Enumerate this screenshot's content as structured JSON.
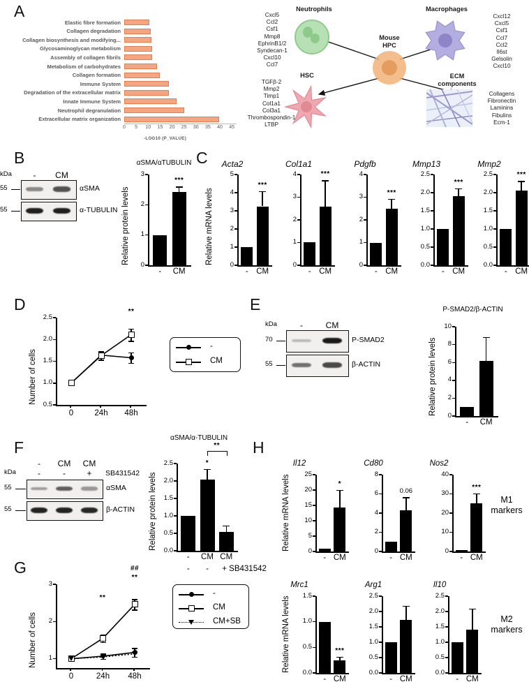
{
  "panels": {
    "A": {
      "letter": "A"
    },
    "B": {
      "letter": "B"
    },
    "C": {
      "letter": "C"
    },
    "D": {
      "letter": "D"
    },
    "E": {
      "letter": "E"
    },
    "F": {
      "letter": "F"
    },
    "G": {
      "letter": "G"
    },
    "H": {
      "letter": "H"
    }
  },
  "chart_data": [
    {
      "id": "panelA_pathways",
      "type": "bar",
      "orientation": "horizontal",
      "title": "",
      "xlabel": "-LOG10 (P_VALUE)",
      "ylabel": "",
      "xlim": [
        0,
        47
      ],
      "xticks": [
        0,
        5,
        10,
        15,
        20,
        25,
        30,
        35,
        40,
        45
      ],
      "grid": false,
      "bar_color": "#F4A582",
      "categories": [
        "Elastic fibre formation",
        "Collagen degradation",
        "Collagen biosynthesis and modifying...",
        "Glycosaminoglycan metabolism",
        "Assembly of collagen fibrils",
        "Metabolism of carbohydrates",
        "Collagen formation",
        "Immune System",
        "Degradation of the extracellular matrix",
        "Innate Immune System",
        "Neutrophil degranulation",
        "Extracellular matrix organization"
      ],
      "values": [
        10.4,
        11.0,
        11.3,
        11.6,
        11.7,
        13.6,
        15.0,
        18.6,
        18.8,
        22.0,
        25.0,
        39.8
      ]
    },
    {
      "id": "B_aSMA_aTUBULIN",
      "type": "bar",
      "title": "αSMA/αTUBULIN",
      "ylabel": "Relative protein levels",
      "ylim": [
        0,
        3
      ],
      "yticks": [
        0,
        1,
        2,
        3
      ],
      "categories": [
        "-",
        "CM"
      ],
      "values": [
        1.0,
        2.43
      ],
      "errors": [
        0,
        0.17
      ],
      "annotations": [
        "",
        "***"
      ]
    },
    {
      "id": "C_Acta2",
      "type": "bar",
      "title": "Acta2",
      "ylabel": "Relative mRNA levels",
      "ylim": [
        0,
        5
      ],
      "yticks": [
        0,
        1,
        2,
        3,
        4,
        5
      ],
      "categories": [
        "-",
        "CM"
      ],
      "values": [
        1.0,
        3.25
      ],
      "errors": [
        0,
        0.83
      ],
      "annotations": [
        "",
        "***"
      ]
    },
    {
      "id": "C_Col1a1",
      "type": "bar",
      "title": "Col1a1",
      "ylabel": "",
      "ylim": [
        0,
        4
      ],
      "yticks": [
        0,
        1,
        2,
        3,
        4
      ],
      "categories": [
        "-",
        "CM"
      ],
      "values": [
        1.02,
        2.6
      ],
      "errors": [
        0,
        1.15
      ],
      "annotations": [
        "",
        "***"
      ]
    },
    {
      "id": "C_Pdgfb",
      "type": "bar",
      "title": "Pdgfb",
      "ylabel": "",
      "ylim": [
        0,
        4
      ],
      "yticks": [
        0,
        1,
        2,
        3,
        4
      ],
      "categories": [
        "-",
        "CM"
      ],
      "values": [
        1.0,
        2.5
      ],
      "errors": [
        0,
        0.43
      ],
      "annotations": [
        "",
        "***"
      ]
    },
    {
      "id": "C_Mmp13",
      "type": "bar",
      "title": "Mmp13",
      "ylabel": "",
      "ylim": [
        0,
        2.5
      ],
      "yticks": [
        0.0,
        0.5,
        1.0,
        1.5,
        2.0,
        2.5
      ],
      "categories": [
        "-",
        "CM"
      ],
      "values": [
        1.0,
        1.91
      ],
      "errors": [
        0,
        0.21
      ],
      "annotations": [
        "",
        "***"
      ]
    },
    {
      "id": "C_Mmp2",
      "type": "bar",
      "title": "Mmp2",
      "ylabel": "",
      "ylim": [
        0,
        2.5
      ],
      "yticks": [
        0.0,
        0.5,
        1.0,
        1.5,
        2.0,
        2.5
      ],
      "categories": [
        "-",
        "CM"
      ],
      "values": [
        1.0,
        2.06
      ],
      "errors": [
        0,
        0.26
      ],
      "annotations": [
        "",
        "***"
      ]
    },
    {
      "id": "D_growth",
      "type": "line",
      "title": "",
      "ylabel": "Number of cells",
      "xlabel": "",
      "x": [
        "0",
        "24h",
        "48h"
      ],
      "ylim": [
        0.5,
        2.5
      ],
      "yticks": [
        0.5,
        1.0,
        1.5,
        2.0,
        2.5
      ],
      "series": [
        {
          "name": "-",
          "values": [
            1.0,
            1.64,
            1.58
          ],
          "errors": [
            0,
            0.1,
            0.12
          ],
          "marker": "filled-circle"
        },
        {
          "name": "CM",
          "values": [
            1.0,
            1.63,
            2.11
          ],
          "errors": [
            0,
            0.1,
            0.14
          ],
          "marker": "open-square"
        }
      ],
      "annotations": [
        {
          "x": "48h",
          "text": "**"
        }
      ],
      "legend_position": "right"
    },
    {
      "id": "E_PSMAD2_bACTIN",
      "type": "bar",
      "title": "P-SMAD2/β-ACTIN",
      "ylabel": "Relative protein levels",
      "ylim": [
        0,
        10
      ],
      "yticks": [
        0,
        2,
        4,
        6,
        8,
        10
      ],
      "categories": [
        "-",
        "CM"
      ],
      "values": [
        1.0,
        6.15
      ],
      "errors": [
        0,
        2.7
      ],
      "annotations": [
        "",
        ""
      ]
    },
    {
      "id": "F_aSMA_aTUBULIN",
      "type": "bar",
      "title": "αSMA/α-TUBULIN",
      "ylabel": "Relative protein levels",
      "ylim": [
        0,
        2.5
      ],
      "yticks": [
        0.0,
        0.5,
        1.0,
        1.5,
        2.0,
        2.5
      ],
      "categories": [
        "-",
        "CM",
        "CM"
      ],
      "sublabels": [
        "-",
        "-",
        "+ SB431542"
      ],
      "values": [
        1.0,
        2.04,
        0.55
      ],
      "errors": [
        0,
        0.3,
        0.18
      ],
      "annotations": [
        "",
        "*",
        ""
      ],
      "bracket": {
        "from": 1,
        "to": 2,
        "text": "**"
      }
    },
    {
      "id": "G_growth",
      "type": "line",
      "title": "",
      "ylabel": "Number of cells",
      "x": [
        "0",
        "24h",
        "48h"
      ],
      "ylim": [
        0.75,
        3.0
      ],
      "yticks": [
        1,
        2,
        3
      ],
      "series": [
        {
          "name": "-",
          "values": [
            1.0,
            1.07,
            1.17
          ],
          "errors": [
            0,
            0.07,
            0.12
          ],
          "marker": "filled-circle"
        },
        {
          "name": "CM",
          "values": [
            1.0,
            1.55,
            2.46
          ],
          "errors": [
            0,
            0.1,
            0.14
          ],
          "marker": "open-square"
        },
        {
          "name": "CM+SB",
          "values": [
            1.0,
            1.05,
            1.13
          ],
          "errors": [
            0,
            0,
            0
          ],
          "marker": "filled-triangle"
        }
      ],
      "annotations": [
        {
          "x": "24h",
          "text": "**"
        },
        {
          "x": "48h",
          "text": "##"
        },
        {
          "x": "48h",
          "text": "**"
        }
      ],
      "legend_position": "right"
    },
    {
      "id": "H_Il12",
      "type": "bar",
      "title": "Il12",
      "ylabel": "Relative mRNA levels",
      "ylim": [
        0,
        25
      ],
      "yticks": [
        0,
        5,
        10,
        15,
        20,
        25
      ],
      "categories": [
        "-",
        "CM"
      ],
      "values": [
        0.85,
        14.4
      ],
      "errors": [
        0,
        5.7
      ],
      "annotations": [
        "",
        "*"
      ]
    },
    {
      "id": "H_Cd80",
      "type": "bar",
      "title": "Cd80",
      "ylabel": "",
      "ylim": [
        0,
        8
      ],
      "yticks": [
        0,
        2,
        4,
        6,
        8
      ],
      "categories": [
        "-",
        "CM"
      ],
      "values": [
        1.0,
        4.3
      ],
      "errors": [
        0,
        1.35
      ],
      "annotations": [
        "",
        "0.06"
      ]
    },
    {
      "id": "H_Nos2",
      "type": "bar",
      "title": "Nos2",
      "ylabel": "",
      "ylim": [
        0,
        40
      ],
      "yticks": [
        0,
        10,
        20,
        30,
        40
      ],
      "categories": [
        "-",
        "CM"
      ],
      "values": [
        0.8,
        25.0
      ],
      "errors": [
        0,
        5.2
      ],
      "annotations": [
        "",
        "***"
      ]
    },
    {
      "id": "H_Mrc1",
      "type": "bar",
      "title": "Mrc1",
      "ylabel": "Relative mRNA levels",
      "ylim": [
        0,
        1.5
      ],
      "yticks": [
        0.0,
        0.5,
        1.0,
        1.5
      ],
      "categories": [
        "-",
        "CM"
      ],
      "values": [
        1.0,
        0.25
      ],
      "errors": [
        0,
        0.07
      ],
      "annotations": [
        "",
        "***"
      ]
    },
    {
      "id": "H_Arg1",
      "type": "bar",
      "title": "Arg1",
      "ylabel": "",
      "ylim": [
        0,
        2.5
      ],
      "yticks": [
        0.0,
        0.5,
        1.0,
        1.5,
        2.0,
        2.5
      ],
      "categories": [
        "-",
        "CM"
      ],
      "values": [
        1.0,
        1.73
      ],
      "errors": [
        0,
        0.45
      ],
      "annotations": [
        "",
        ""
      ]
    },
    {
      "id": "H_Il10",
      "type": "bar",
      "title": "Il10",
      "ylabel": "",
      "ylim": [
        0,
        2.5
      ],
      "yticks": [
        0.0,
        0.5,
        1.0,
        1.5,
        2.0,
        2.5
      ],
      "categories": [
        "-",
        "CM"
      ],
      "values": [
        1.0,
        1.4
      ],
      "errors": [
        0,
        0.7
      ],
      "annotations": [
        "",
        ""
      ]
    }
  ],
  "diagram": {
    "center": {
      "label": "Mouse\nHPC",
      "line1": "Mouse",
      "line2": "HPC",
      "color": "#F2B378"
    },
    "nodes": [
      {
        "name": "Neutrophils",
        "label": "Neutrophils",
        "color": "#B7E0B4",
        "genes": [
          "Cxcl5",
          "Ccl2",
          "Csf1",
          "Mmp8",
          "EphrinB1/2",
          "Syndecan-1",
          "Cxcl10",
          "Ccl7"
        ]
      },
      {
        "name": "Macrophages",
        "label": "Macrophages",
        "color": "#B3AEE0",
        "genes": [
          "Cxcl12",
          "Cxcl5",
          "Csf1",
          "Ccl7",
          "Ccl2",
          "Il6st",
          "Gelsolin",
          "Cxcl10"
        ]
      },
      {
        "name": "HSC",
        "label": "HSC",
        "color": "#F0A8B0",
        "genes": [
          "TGFβ-2",
          "Mmp2",
          "Timp1",
          "Col1a1",
          "Col3a1",
          "Thrombospondin-1",
          "LTBP"
        ]
      },
      {
        "name": "ECM components",
        "label": "ECM\ncomponents",
        "label_line1": "ECM",
        "label_line2": "components",
        "color": "#A9A6D8",
        "genes": [
          "Collagens",
          "Fibronectin",
          "Laminins",
          "Fibulins",
          "Ecm-1"
        ]
      }
    ]
  },
  "blots": {
    "B": {
      "kda_header": "kDa",
      "lanes": [
        "-",
        "CM"
      ],
      "rows": [
        {
          "mw": "55",
          "target": "αSMA"
        },
        {
          "mw": "55",
          "target": "α-TUBULIN"
        }
      ]
    },
    "E": {
      "kda_header": "kDa",
      "lanes": [
        "-",
        "CM"
      ],
      "rows": [
        {
          "mw": "70",
          "target": "P-SMAD2"
        },
        {
          "mw": "55",
          "target": "β-ACTIN"
        }
      ]
    },
    "F": {
      "kda_header": "kDa",
      "lanes": [
        "-",
        "CM",
        "CM"
      ],
      "treatment": [
        "-",
        "-",
        "+"
      ],
      "treatment_name": "SB431542",
      "rows": [
        {
          "mw": "55",
          "target": "αSMA"
        },
        {
          "mw": "55",
          "target": "β-ACTIN"
        }
      ]
    }
  },
  "side_notes": {
    "m1": "M1\nmarkers",
    "m1_line1": "M1",
    "m1_line2": "markers",
    "m2": "M2\nmarkers",
    "m2_line1": "M2",
    "m2_line2": "markers"
  },
  "axis_text": {
    "neg": "-",
    "cm": "CM",
    "t0": "0",
    "t24": "24h",
    "t48": "48h",
    "cmsb": "CM+SB",
    "sb": "SB431542",
    "plus": "+"
  }
}
